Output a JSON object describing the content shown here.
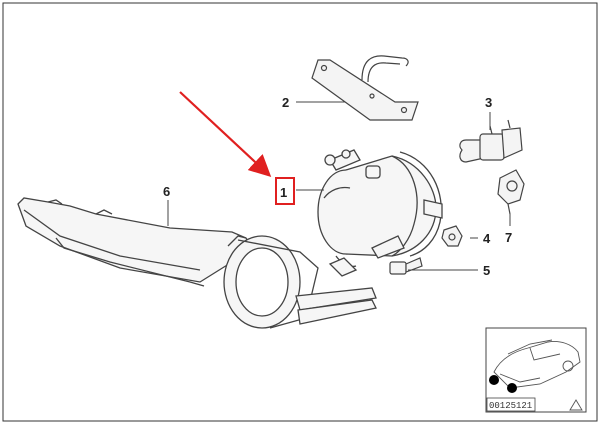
{
  "diagram": {
    "callouts": [
      {
        "id": "c1",
        "label": "1"
      },
      {
        "id": "c2",
        "label": "2"
      },
      {
        "id": "c3",
        "label": "3"
      },
      {
        "id": "c4",
        "label": "4"
      },
      {
        "id": "c5",
        "label": "5"
      },
      {
        "id": "c6",
        "label": "6"
      },
      {
        "id": "c7",
        "label": "7"
      }
    ],
    "diagram_id": "00125121",
    "highlight_color": "#e02020",
    "line_color": "#444444"
  }
}
